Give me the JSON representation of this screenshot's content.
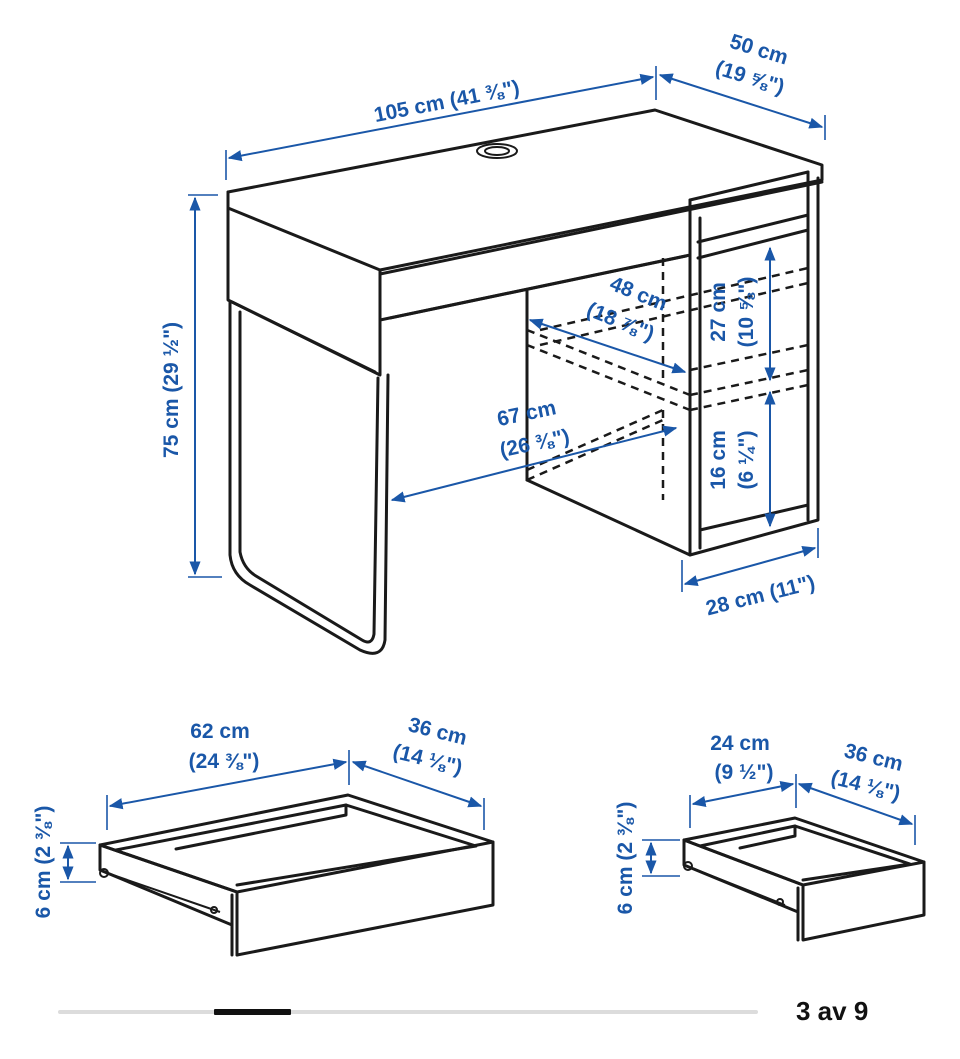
{
  "colors": {
    "dimension": "#1a57a8",
    "outline": "#1a1a1a",
    "progress_track": "#dcdcdc",
    "progress_active": "#111111"
  },
  "dimensions": {
    "desk_width": "105 cm (41 ⅜\")",
    "desk_depth_cm": "50 cm",
    "desk_depth_in": "(19 ⅝\")",
    "desk_height": "75 cm (29 ½\")",
    "inner_depth_cm": "48 cm",
    "inner_depth_in": "(18 ⅞\")",
    "inner_width_cm": "67 cm",
    "inner_width_in": "(26 ⅜\")",
    "shelf_upper_cm": "27 cm",
    "shelf_upper_in": "(10 ⅝\")",
    "shelf_lower_cm": "16 cm",
    "shelf_lower_in": "(6 ¼\")",
    "cabinet_width": "28 cm (11\")",
    "large_drawer_width_cm": "62 cm",
    "large_drawer_width_in": "(24 ⅜\")",
    "large_drawer_depth_cm": "36 cm",
    "large_drawer_depth_in": "(14 ⅛\")",
    "large_drawer_height": "6 cm (2 ⅜\")",
    "small_drawer_width_cm": "24 cm",
    "small_drawer_width_in": "(9 ½\")",
    "small_drawer_depth_cm": "36 cm",
    "small_drawer_depth_in": "(14 ⅛\")",
    "small_drawer_height": "6 cm (2 ⅜\")"
  },
  "gallery": {
    "position": "3 av 9",
    "current": 3,
    "total": 9
  }
}
